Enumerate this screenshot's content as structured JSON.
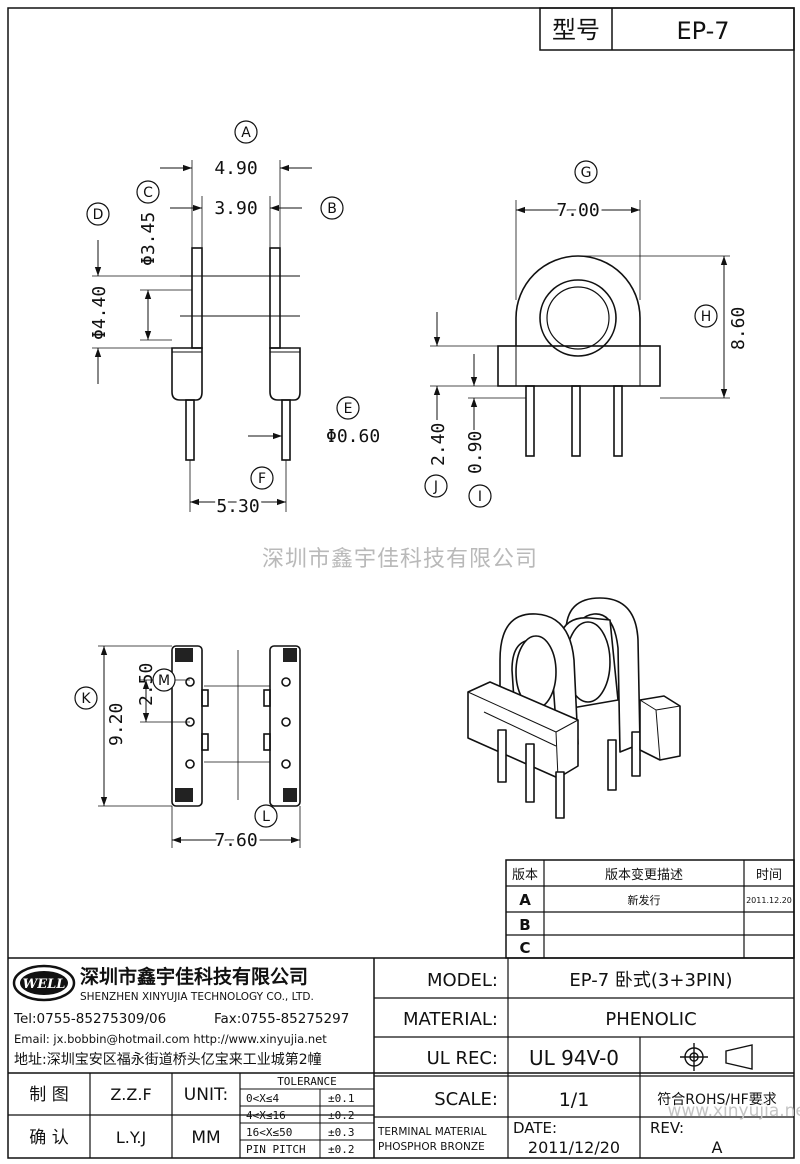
{
  "header": {
    "type_label": "型号",
    "type_value": "EP-7"
  },
  "dims": {
    "A": "4.90",
    "B": "3.90",
    "C": "Φ3.45",
    "D": "Φ4.40",
    "E": "Φ0.60",
    "F": "5.30",
    "G": "7.00",
    "H": "8.60",
    "I": "0.90",
    "J": "2.40",
    "K": "9.20",
    "L": "7.60",
    "M": "2.50"
  },
  "markers": [
    "A",
    "B",
    "C",
    "D",
    "E",
    "F",
    "G",
    "H",
    "I",
    "J",
    "K",
    "L",
    "M"
  ],
  "watermark": "深圳市鑫宇佳科技有限公司",
  "revision": {
    "headers": [
      "版本",
      "版本变更描述",
      "时间"
    ],
    "rows": [
      {
        "ver": "A",
        "desc": "新发行",
        "date": "2011.12.20"
      },
      {
        "ver": "B",
        "desc": "",
        "date": ""
      },
      {
        "ver": "C",
        "desc": "",
        "date": ""
      }
    ]
  },
  "company": {
    "logo": "WELL",
    "name_cn": "深圳市鑫宇佳科技有限公司",
    "name_en": "SHENZHEN XINYUJIA TECHNOLOGY CO., LTD.",
    "tel": "Tel:0755-85275309/06",
    "fax": "Fax:0755-85275297",
    "email": "Email: jx.bobbin@hotmail.com http://www.xinyujia.net",
    "address": "地址:深圳宝安区福永街道桥头亿宝来工业城第2幢"
  },
  "info": {
    "model_label": "MODEL:",
    "model_value": "EP-7 卧式(3+3PIN)",
    "material_label": "MATERIAL:",
    "material_value": "PHENOLIC",
    "ulrec_label": "UL REC:",
    "ulrec_value": "UL 94V-0",
    "scale_label": "SCALE:",
    "scale_value": "1/1",
    "rohs": "符合ROHS/HF要求",
    "terminal1": "TERMINAL MATERIAL",
    "terminal2": "PHOSPHOR BRONZE",
    "date_label": "DATE:",
    "date_value": "2011/12/20",
    "rev_label": "REV:",
    "rev_value": "A",
    "site_watermark": "www.xinyujia.net"
  },
  "signoff": {
    "draw_label": "制 图",
    "draw_value": "Z.Z.F",
    "check_label": "确 认",
    "check_value": "L.Y.J",
    "unit_label": "UNIT:",
    "unit_value": "MM"
  },
  "tolerance": {
    "title": "TOLERANCE",
    "rows": [
      {
        "range": "0<X≤4",
        "tol": "±0.1"
      },
      {
        "range": "4<X≤16",
        "tol": "±0.2"
      },
      {
        "range": "16<X≤50",
        "tol": "±0.3"
      },
      {
        "range": "PIN PITCH",
        "tol": "±0.2"
      }
    ]
  }
}
